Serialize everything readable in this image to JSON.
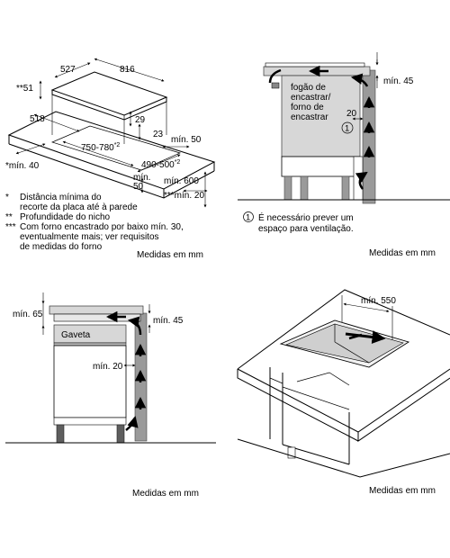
{
  "panel_cooktop": {
    "dims": {
      "w527": "527",
      "w816": "816",
      "d51": "**51",
      "d518": "518",
      "d29": "29",
      "d23": "23",
      "min50": "mín. 50",
      "cut_w": "750-780",
      "cut_w_sup": "*2",
      "cut_d": "490-500",
      "cut_d_sup": "*2",
      "min40": "*mín. 40",
      "min50b": "mín.",
      "min50b_val": "50",
      "min600": "mín. 600",
      "min20": "***mín. 20"
    },
    "notes": [
      {
        "mark": "*",
        "lines": [
          "Distância mínima do",
          "recorte da placa até à parede"
        ]
      },
      {
        "mark": "**",
        "lines": [
          "Profundidade do nicho"
        ]
      },
      {
        "mark": "***",
        "lines": [
          "Com forno encastrado por baixo mín. 30,",
          "eventualmente mais; ver requisitos",
          "de medidas do forno"
        ]
      }
    ],
    "units": "Medidas em mm"
  },
  "panel_range": {
    "label_lines": [
      "fogão de",
      "encastrar/",
      "forno de",
      "encastrar"
    ],
    "min45": "mín. 45",
    "d20": "20",
    "circle": "1",
    "note_circle": "1",
    "note_lines": [
      "É necessário prever um",
      "espaço para ventilação."
    ],
    "units": "Medidas em mm"
  },
  "panel_drawer": {
    "min65": "mín. 65",
    "min45": "mín. 45",
    "drawer": "Gaveta",
    "min20": "mín. 20",
    "units": "Medidas em mm"
  },
  "panel_counter": {
    "min550": "mín. 550",
    "units": "Medidas em mm"
  }
}
